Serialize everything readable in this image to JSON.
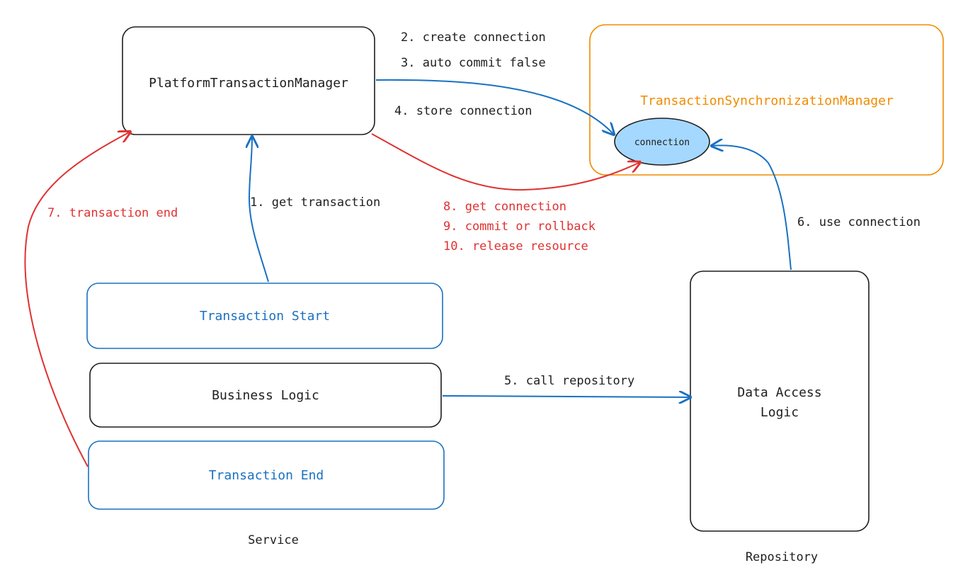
{
  "colors": {
    "black": "#1e1e1e",
    "blue": "#1971c2",
    "red": "#e03131",
    "orange": "#f08c00",
    "node_fill": "#a5d8ff"
  },
  "nodes": {
    "platform_tx_manager": "PlatformTransactionManager",
    "tx_sync_manager": "TransactionSynchronizationManager",
    "connection": "connection",
    "transaction_start": "Transaction Start",
    "business_logic": "Business Logic",
    "transaction_end": "Transaction End",
    "data_access_logic_line1": "Data Access",
    "data_access_logic_line2": "Logic"
  },
  "group_labels": {
    "service": "Service",
    "repository": "Repository"
  },
  "edge_labels": {
    "step1": "1. get transaction",
    "step2": "2. create connection",
    "step3": "3. auto commit false",
    "step4": "4. store connection",
    "step5": "5. call repository",
    "step6": "6. use connection",
    "step7": "7. transaction end",
    "step8": "8. get connection",
    "step9": "9. commit or rollback",
    "step10": "10. release resource"
  }
}
